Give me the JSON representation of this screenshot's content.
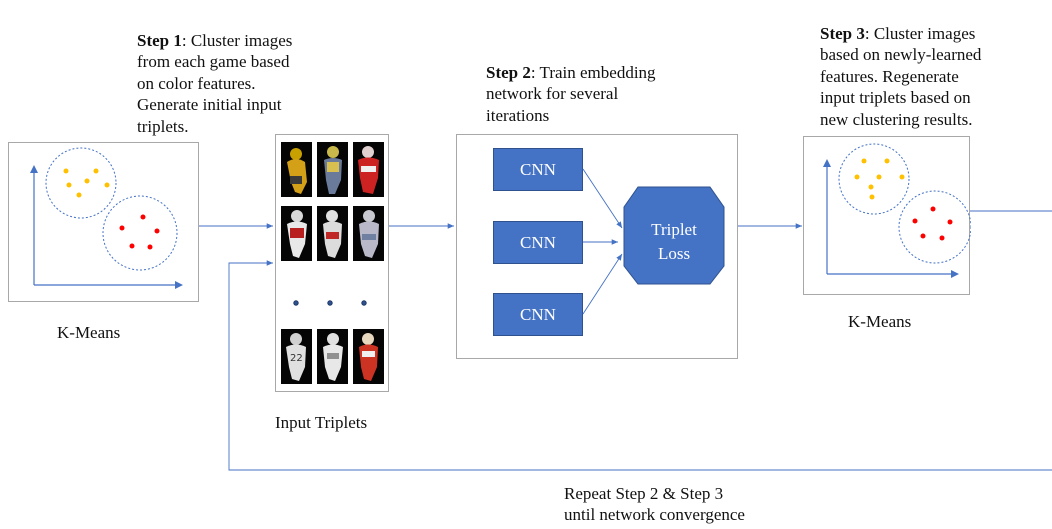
{
  "step1": {
    "bold": "Step 1",
    "rest": ": Cluster images\nfrom each game based\non color features.\nGenerate initial input\ntriplets."
  },
  "step2": {
    "bold": "Step 2",
    "rest": ": Train embedding\nnetwork for several\niterations"
  },
  "step3": {
    "bold": "Step 3",
    "rest": ": Cluster images\nbased on newly-learned\nfeatures. Regenerate\ninput triplets based on\nnew clustering results."
  },
  "kmeans_left_label": "K-Means",
  "kmeans_right_label": "K-Means",
  "input_triplets_label": "Input Triplets",
  "cnn_labels": [
    "CNN",
    "CNN",
    "CNN"
  ],
  "triplet_loss_label": "Triplet\nLoss",
  "repeat_label": "Repeat Step 2 & Step 3\nuntil network convergence",
  "colors": {
    "accent_blue": "#4472c4",
    "cluster_yellow": "#ffc000",
    "cluster_red": "#ff0000",
    "arrow": "#4472c4"
  }
}
